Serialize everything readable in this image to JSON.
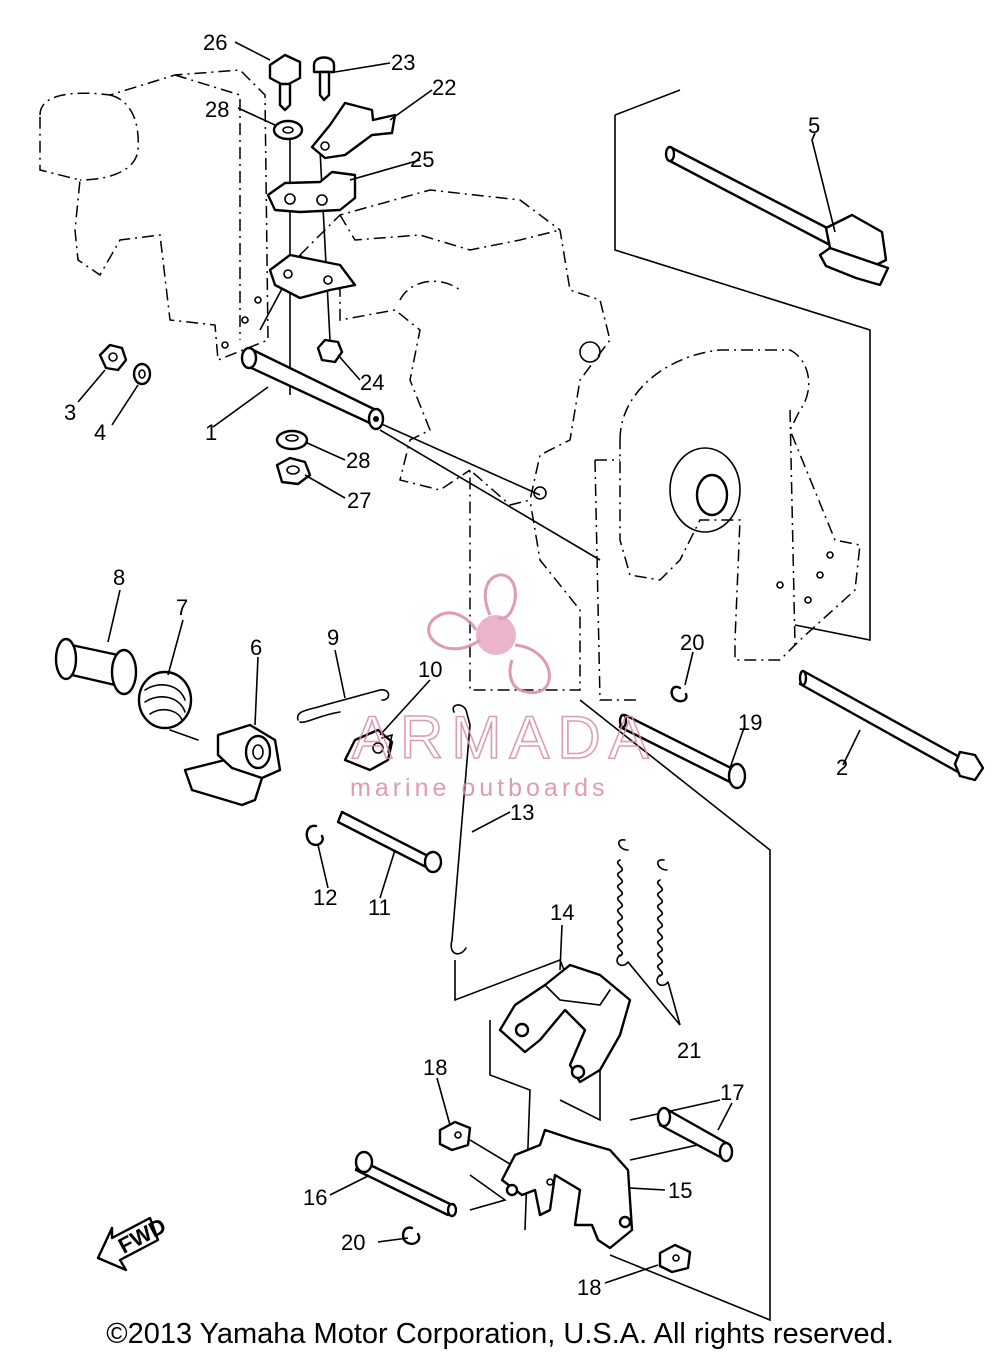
{
  "diagram": {
    "callouts": [
      "1",
      "2",
      "3",
      "4",
      "5",
      "6",
      "7",
      "8",
      "9",
      "10",
      "11",
      "12",
      "13",
      "14",
      "15",
      "16",
      "17",
      "18",
      "18",
      "19",
      "20",
      "20",
      "21",
      "22",
      "23",
      "24",
      "25",
      "26",
      "27",
      "28",
      "28"
    ],
    "fwd_label": "FWD",
    "watermark": {
      "brand": "ARMADA",
      "tagline": "marine outboards"
    },
    "copyright": "©2013 Yamaha Motor Corporation, U.S.A. All rights reserved."
  }
}
